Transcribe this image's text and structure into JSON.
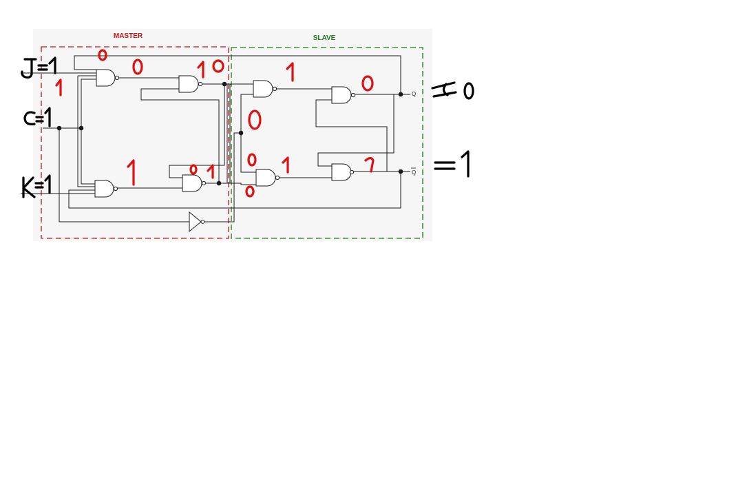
{
  "master": {
    "label": "MASTER",
    "color": "#cc1111"
  },
  "slave": {
    "label": "SLAVE",
    "color": "#1a7a1a"
  },
  "outputs": {
    "q": "Q",
    "qbar": "Q"
  },
  "annotation_color": "#e01010",
  "icons": [
    "nand-gate",
    "not-gate",
    "junction-dot"
  ]
}
